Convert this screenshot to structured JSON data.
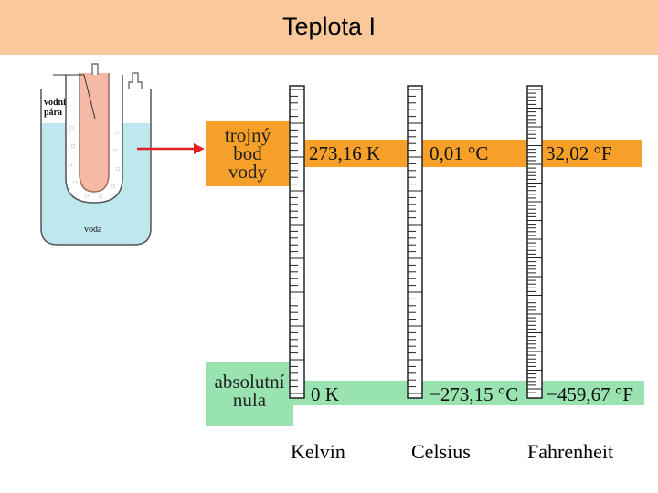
{
  "title": "Teplota I",
  "colors": {
    "header": "#f9c89b",
    "triple_band": "#f7a029",
    "zero_band": "#99e3b0",
    "water": "#bfe7ee",
    "tube": "#f6b9a6",
    "arrow": "#e02020"
  },
  "vessel": {
    "vapor_label_1": "vodní",
    "vapor_label_2": "pára",
    "water_label": "voda"
  },
  "triple_point": {
    "label_1": "trojný",
    "label_2": "bod",
    "label_3": "vody",
    "kelvin": "273,16 K",
    "celsius": "0,01 °C",
    "fahrenheit": "32,02 °F"
  },
  "absolute_zero": {
    "label_1": "absolutní",
    "label_2": "nula",
    "kelvin": "0 K",
    "celsius": "−273,15 °C",
    "fahrenheit": "−459,67 °F"
  },
  "scales": [
    "Kelvin",
    "Celsius",
    "Fahrenheit"
  ]
}
